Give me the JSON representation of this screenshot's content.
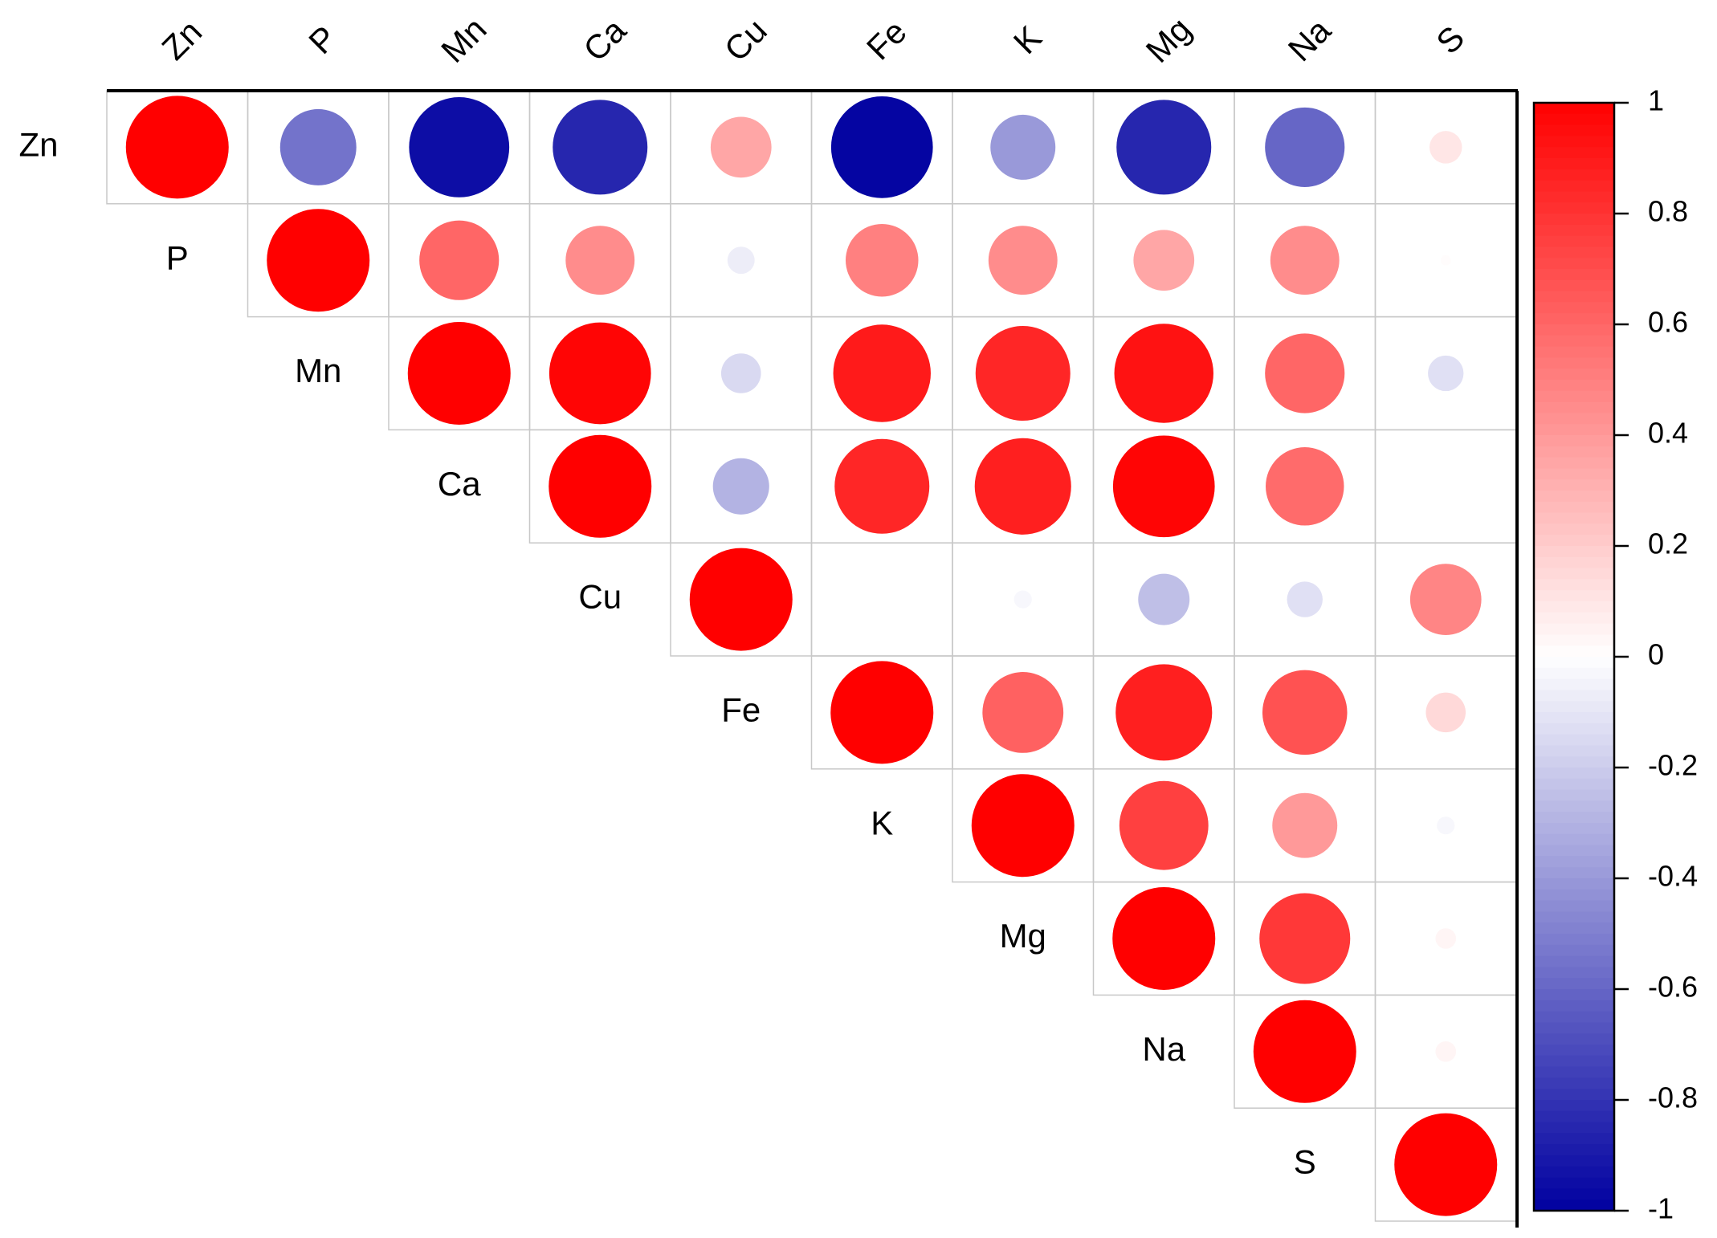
{
  "chart_data": {
    "type": "heatmap",
    "style": "correlation-circles-upper-triangle",
    "variables": [
      "Zn",
      "P",
      "Mn",
      "Ca",
      "Cu",
      "Fe",
      "K",
      "Mg",
      "Na",
      "S"
    ],
    "matrix": [
      [
        1.0,
        -0.55,
        -0.95,
        -0.85,
        0.35,
        -0.98,
        -0.4,
        -0.85,
        -0.6,
        0.1
      ],
      [
        null,
        1.0,
        0.6,
        0.45,
        -0.07,
        0.5,
        0.45,
        0.35,
        0.45,
        0.01
      ],
      [
        null,
        null,
        1.0,
        0.98,
        -0.15,
        0.9,
        0.85,
        0.93,
        0.6,
        -0.12
      ],
      [
        null,
        null,
        null,
        1.0,
        -0.3,
        0.85,
        0.88,
        0.98,
        0.58,
        0.0
      ],
      [
        null,
        null,
        null,
        null,
        1.0,
        0.0,
        -0.03,
        -0.25,
        -0.12,
        0.48
      ],
      [
        null,
        null,
        null,
        null,
        null,
        1.0,
        0.62,
        0.88,
        0.68,
        0.15
      ],
      [
        null,
        null,
        null,
        null,
        null,
        null,
        1.0,
        0.75,
        0.4,
        -0.03
      ],
      [
        null,
        null,
        null,
        null,
        null,
        null,
        null,
        1.0,
        0.78,
        0.04
      ],
      [
        null,
        null,
        null,
        null,
        null,
        null,
        null,
        null,
        1.0,
        0.04
      ],
      [
        null,
        null,
        null,
        null,
        null,
        null,
        null,
        null,
        null,
        1.0
      ]
    ],
    "colorbar": {
      "min": -1,
      "max": 1,
      "ticks": [
        "1",
        "0.8",
        "0.6",
        "0.4",
        "0.2",
        "0",
        "-0.2",
        "-0.4",
        "-0.6",
        "-0.8",
        "-1"
      ],
      "colors": {
        "positive": "#ff0000",
        "zero": "#ffffff",
        "negative": "#0000a0"
      }
    },
    "grid": true
  }
}
